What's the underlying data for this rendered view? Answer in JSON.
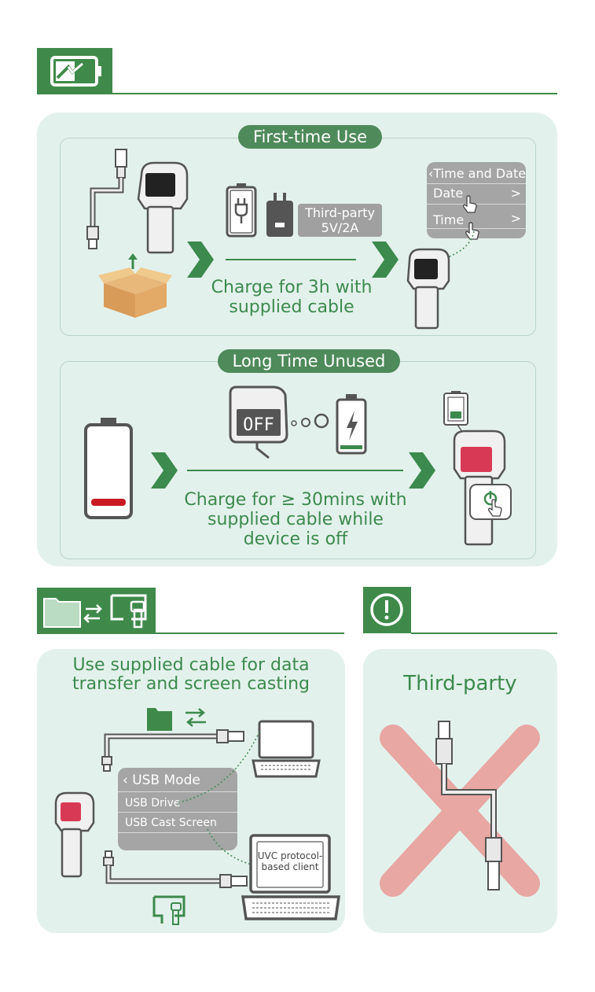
{
  "charging": {
    "first_time": {
      "title": "First-time Use",
      "adapter_label_line1": "Third-party",
      "adapter_label_line2": "5V/2A",
      "caption_line1": "Charge for 3h with",
      "caption_line2": "supplied cable",
      "menu": {
        "header": "‹Time and Date",
        "items": [
          "Date",
          "Time"
        ],
        "chevron": ">"
      }
    },
    "long_unused": {
      "title": "Long Time Unused",
      "off_label": "OFF",
      "caption_line1": "Charge for ≥ 30mins with",
      "caption_line2": "supplied cable while",
      "caption_line3": "device is off"
    }
  },
  "data_transfer": {
    "title_line1": "Use supplied cable for data",
    "title_line2": "transfer and screen casting",
    "menu": {
      "header": "‹ USB Mode",
      "items": [
        "USB Drive",
        "USB Cast Screen"
      ]
    },
    "client_label_line1": "UVC protocol-",
    "client_label_line2": "based client"
  },
  "warning": {
    "title": "Third-party"
  },
  "colors": {
    "brand_green": "#3f8a4a",
    "panel_bg": "#e3f1ec",
    "text_green": "#3c8a4d",
    "cross_red": "#e8a7a3",
    "battery_red": "#c91a24"
  }
}
